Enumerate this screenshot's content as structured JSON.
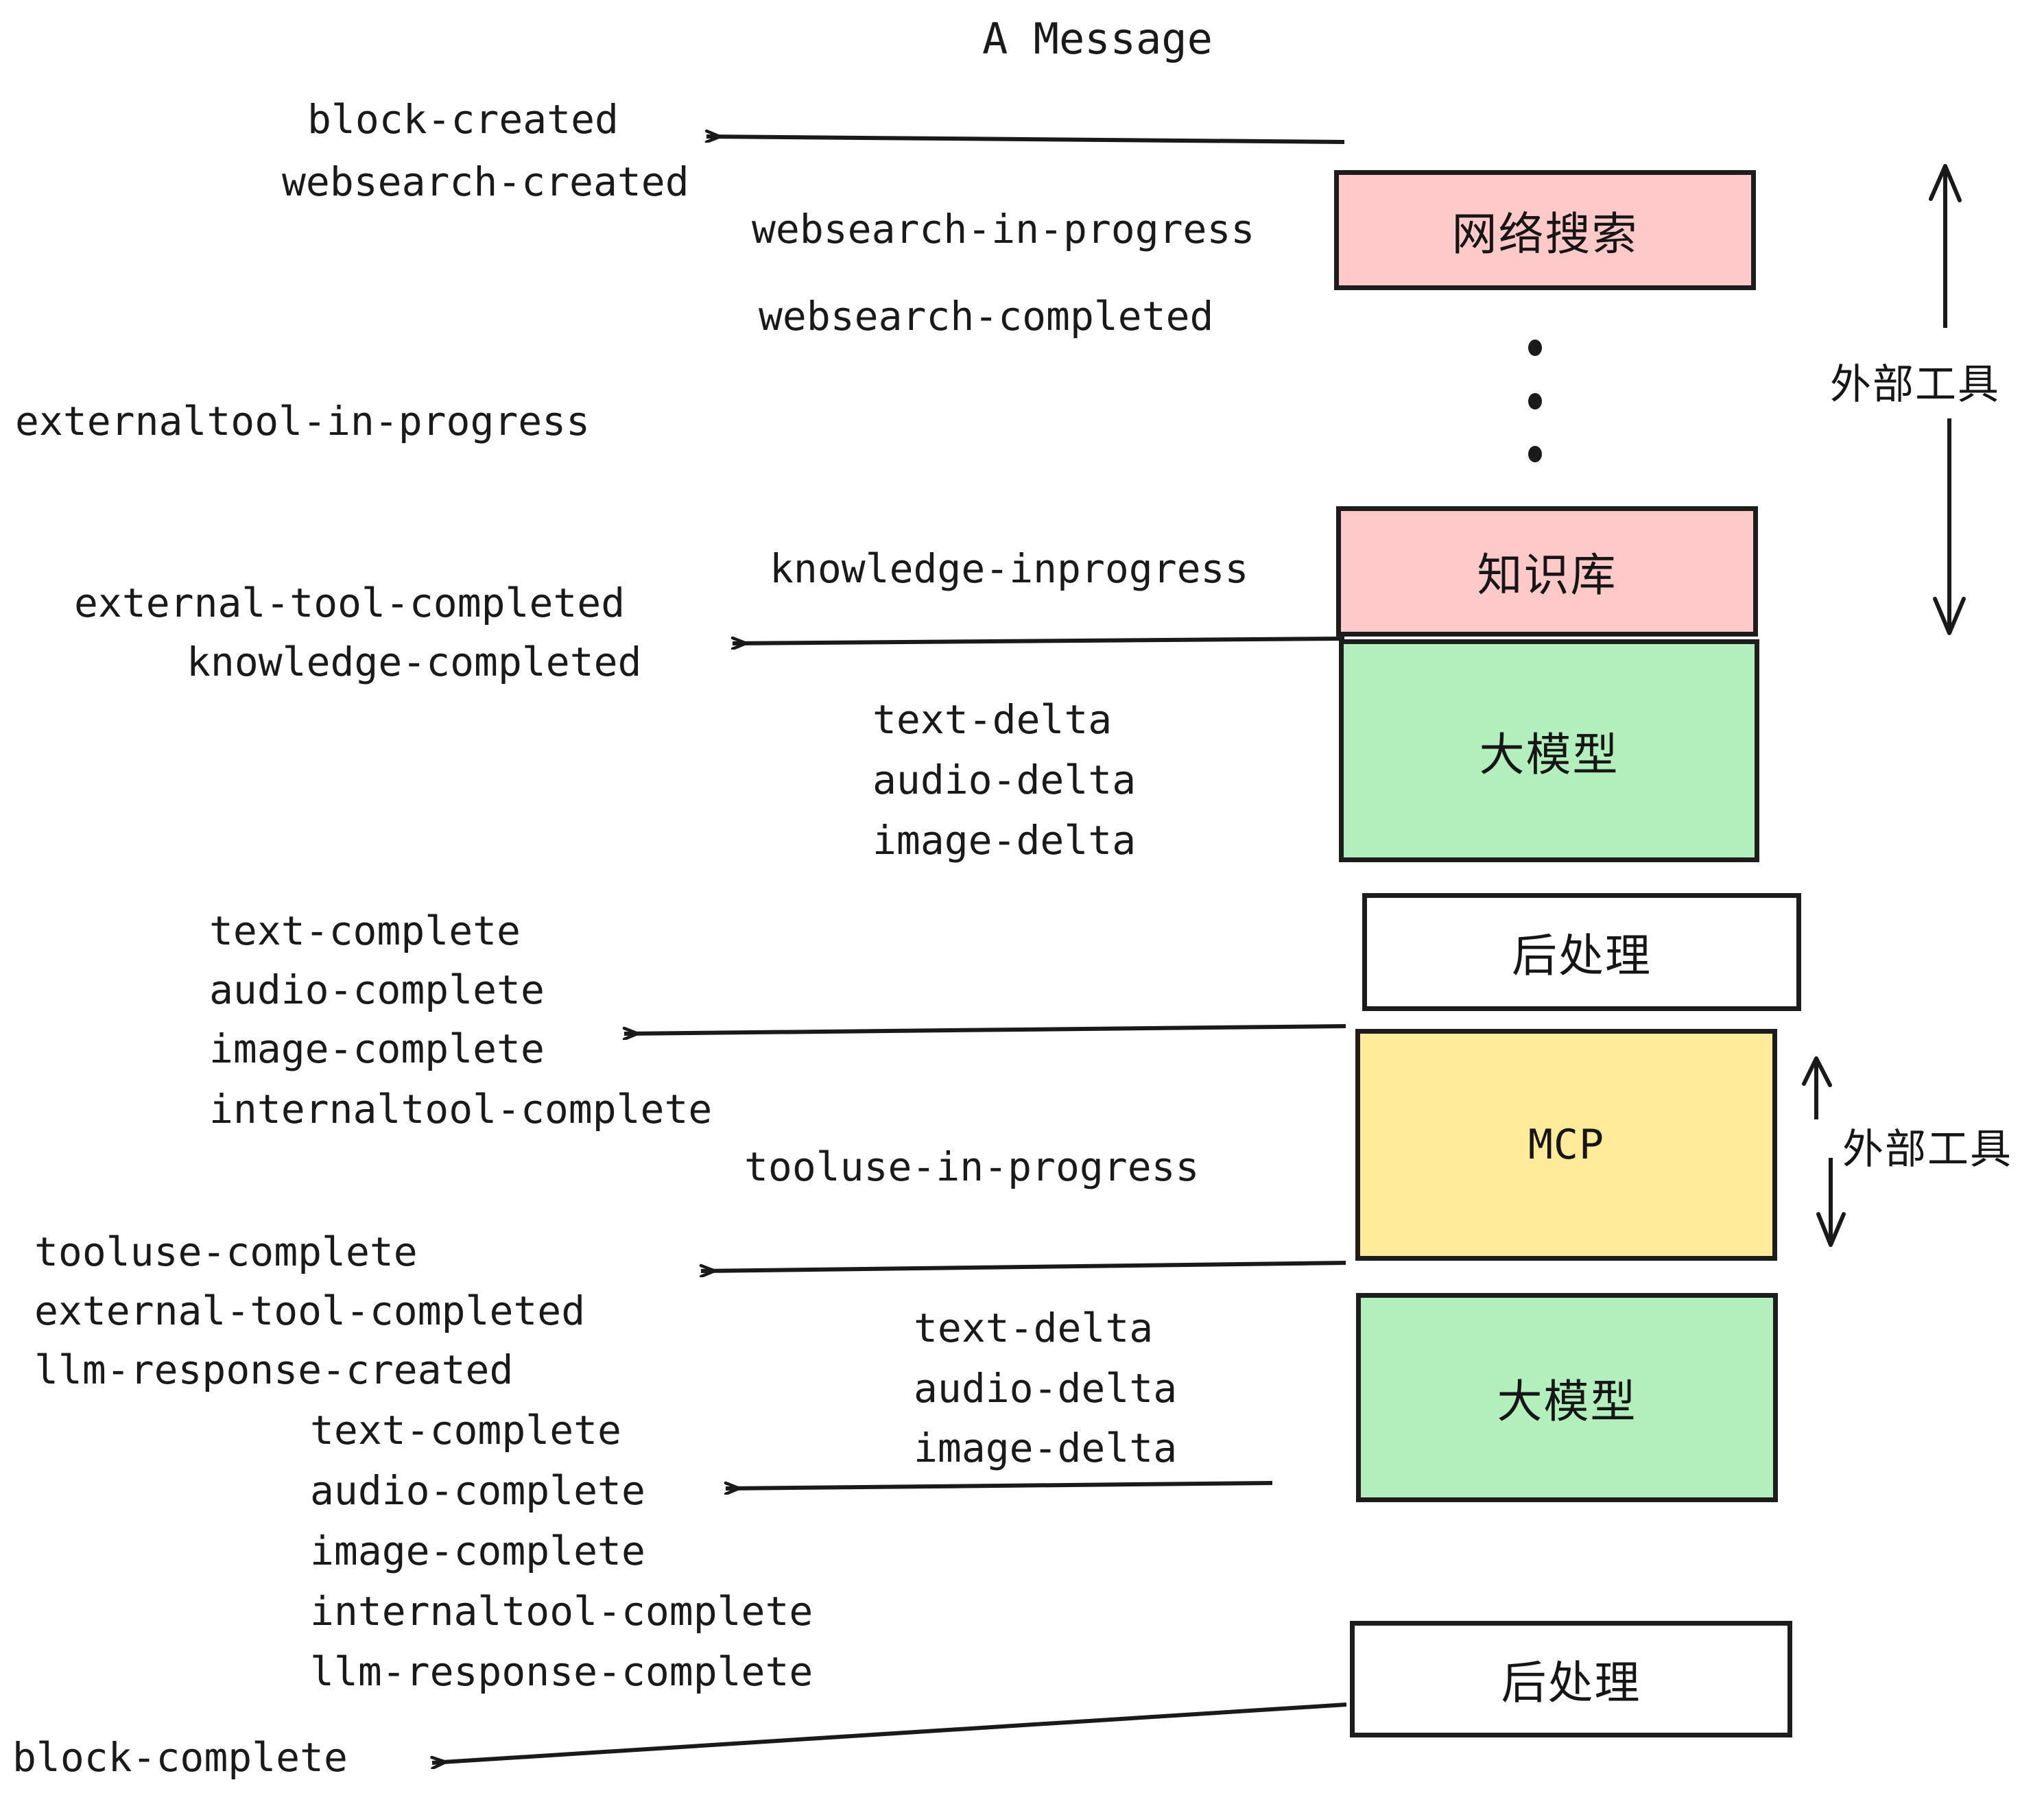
{
  "title": "A Message",
  "colors": {
    "websearch_box": "#FFC9C9",
    "knowledge_box": "#FFC9C9",
    "llm_box": "#B2EFBC",
    "mcp_box": "#FFEB99",
    "postprocess_box": "#FFFFFF",
    "stroke": "#1D1D1D",
    "text": "#1A1A1A",
    "background": "#FFFFFF"
  },
  "nodes": [
    {
      "id": "websearch",
      "label": "网络搜索",
      "fill": "#FFC9C9"
    },
    {
      "id": "knowledge",
      "label": "知识库",
      "fill": "#FFC9C9"
    },
    {
      "id": "llm-top",
      "label": "大模型",
      "fill": "#B2EFBC"
    },
    {
      "id": "post-top",
      "label": "后处理",
      "fill": "#FFFFFF"
    },
    {
      "id": "mcp",
      "label": "MCP",
      "fill": "#FFEB99"
    },
    {
      "id": "llm-bottom",
      "label": "大模型",
      "fill": "#B2EFBC"
    },
    {
      "id": "post-bottom",
      "label": "后处理",
      "fill": "#FFFFFF"
    }
  ],
  "side_labels": [
    {
      "id": "external-tools-top",
      "label": "外部工具"
    },
    {
      "id": "external-tools-bottom",
      "label": "外部工具"
    }
  ],
  "events": {
    "block_created": "block-created",
    "websearch_created": "websearch-created",
    "websearch_in_progress": "websearch-in-progress",
    "websearch_completed": "websearch-completed",
    "externaltool_in_progress": "externaltool-in-progress",
    "knowledge_inprogress": "knowledge-inprogress",
    "external_tool_completed_1": "external-tool-completed",
    "knowledge_completed": "knowledge-completed",
    "text_delta_1": "text-delta",
    "audio_delta_1": "audio-delta",
    "image_delta_1": "image-delta",
    "text_complete_1": "text-complete",
    "audio_complete_1": "audio-complete",
    "image_complete_1": "image-complete",
    "internaltool_complete_1": "internaltool-complete",
    "tooluse_in_progress": "tooluse-in-progress",
    "tooluse_complete": "tooluse-complete",
    "external_tool_completed_2": "external-tool-completed",
    "llm_response_created": "llm-response-created",
    "text_delta_2": "text-delta",
    "audio_delta_2": "audio-delta",
    "image_delta_2": "image-delta",
    "text_complete_2": "text-complete",
    "audio_complete_2": "audio-complete",
    "image_complete_2": "image-complete",
    "internaltool_complete_2": "internaltool-complete",
    "llm_response_complete": "llm-response-complete",
    "block_complete": "block-complete"
  }
}
